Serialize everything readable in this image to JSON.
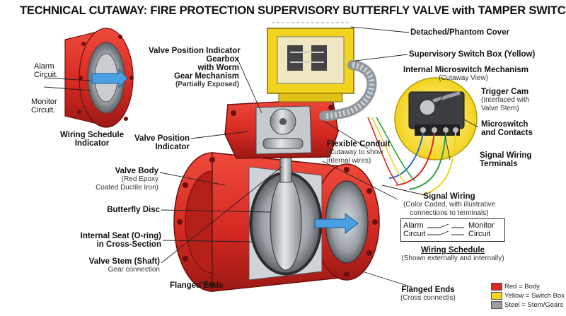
{
  "title": "TECHNICAL CUTAWAY: FIRE PROTECTION SUPERVISORY BUTTERFLY VALVE with TAMPER SWITCH.",
  "inset_left": {
    "alarm": [
      "Alarm",
      "Circuit."
    ],
    "monitor": [
      "Monitor",
      "Circuit."
    ],
    "caption": [
      "Wiring Schedule",
      "Indicator"
    ]
  },
  "labels": {
    "gearbox": [
      "Valve Position Indicator",
      "Gearbox",
      "with Worm",
      "Gear Mechanism"
    ],
    "gearbox_sub": "(Partially Exposed)",
    "vpi": [
      "Valve Position",
      "Indicator"
    ],
    "body": "Valve Body",
    "body_sub": [
      "(Red Epoxy",
      "Coated Ductile Iron)"
    ],
    "disc": "Butterfly Disc",
    "seat": [
      "Internal Seat (O-ring)",
      "in Cross-Section"
    ],
    "stem": "Valve Stem (Shaft)",
    "stem_sub": "Gear connection",
    "flanged_left": "Flanged Ends",
    "flanged_right": "Flanged Ends",
    "flanged_right_sub": "(Cross connectis)",
    "cover": "Detached/Phantom Cover",
    "switchbox": "Supervisory Switch Box (Yellow)",
    "micro_title": "Internal Microswitch Mechanism",
    "micro_sub": "(Cutaway View)",
    "cam": "Trigger Cam",
    "cam_sub": [
      "(Interfaced with",
      "Valve Stem)"
    ],
    "microswitch": [
      "Microswitch",
      "and Contacts"
    ],
    "terminals": [
      "Signal Wiring",
      "Terminals"
    ],
    "conduit": "Flexible Conduit",
    "conduit_sub": [
      "(Cutaway to show",
      "internal wires)"
    ],
    "signal": "Signal Wiring",
    "signal_sub": [
      "(Color Coded, with illustrative",
      "connections to terminals)"
    ],
    "ws_alarm": [
      "Alarm",
      "Circuit"
    ],
    "ws_monitor": [
      "Monitor",
      "Circuit"
    ],
    "ws_title": "Wiring Schedule",
    "ws_sub": "(Shown externally and internally)"
  },
  "legend": [
    {
      "text": "Red = Body",
      "color": "#d62a22"
    },
    {
      "text": "Yellow = Switch Box",
      "color": "#f2d31d"
    },
    {
      "text": "Steel = Stem/Gears",
      "color": "#9a9ea3"
    }
  ],
  "colors": {
    "red": "#d62a22",
    "red_dark": "#8e1411",
    "yellow": "#f2d31d",
    "steel": "#b7bcc2",
    "blue": "#4a9fe0"
  }
}
